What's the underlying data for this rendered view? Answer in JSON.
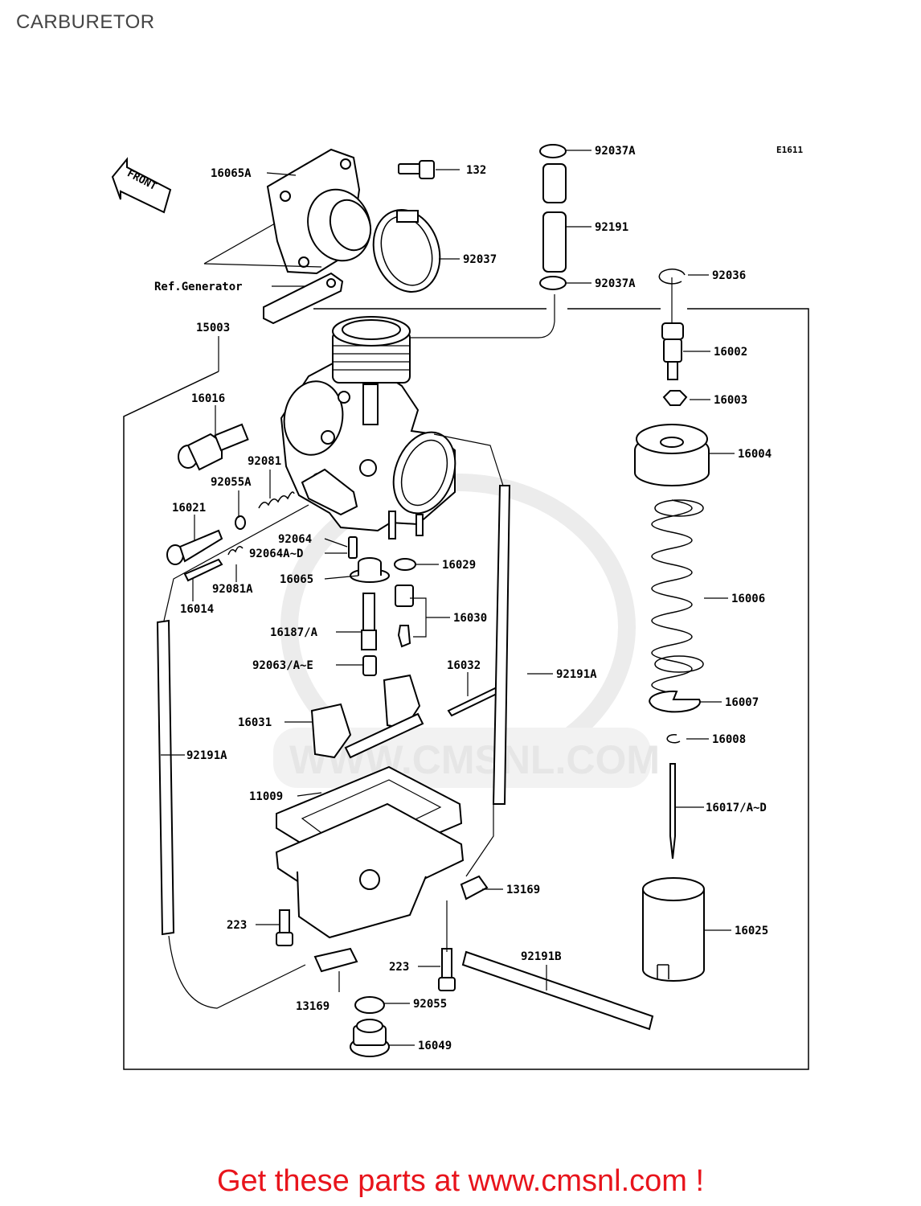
{
  "page": {
    "title": "CARBURETOR",
    "footer": "Get these parts at www.cmsnl.com !"
  },
  "diagram": {
    "code": "E1611",
    "front_label": "FRONT",
    "watermark": "WWW.CMSNL.COM",
    "parts": [
      {
        "id": "p1",
        "label": "16065A"
      },
      {
        "id": "p2",
        "label": "132"
      },
      {
        "id": "p3",
        "label": "92037A"
      },
      {
        "id": "p4",
        "label": "92191"
      },
      {
        "id": "p5",
        "label": "92037"
      },
      {
        "id": "p6",
        "label": "Ref.Generator"
      },
      {
        "id": "p7",
        "label": "92037A"
      },
      {
        "id": "p8",
        "label": "92036"
      },
      {
        "id": "p9",
        "label": "15003"
      },
      {
        "id": "p10",
        "label": "16002"
      },
      {
        "id": "p11",
        "label": "16016"
      },
      {
        "id": "p12",
        "label": "16003"
      },
      {
        "id": "p13",
        "label": "16004"
      },
      {
        "id": "p14",
        "label": "92081"
      },
      {
        "id": "p15",
        "label": "92055A"
      },
      {
        "id": "p16",
        "label": "16021"
      },
      {
        "id": "p17",
        "label": "92064"
      },
      {
        "id": "p18",
        "label": "92064A~D"
      },
      {
        "id": "p19",
        "label": "16029"
      },
      {
        "id": "p20",
        "label": "16065"
      },
      {
        "id": "p21",
        "label": "92081A"
      },
      {
        "id": "p22",
        "label": "16006"
      },
      {
        "id": "p23",
        "label": "16014"
      },
      {
        "id": "p24",
        "label": "16030"
      },
      {
        "id": "p25",
        "label": "16187/A"
      },
      {
        "id": "p26",
        "label": "92063/A~E"
      },
      {
        "id": "p27",
        "label": "16032"
      },
      {
        "id": "p28",
        "label": "92191A"
      },
      {
        "id": "p29",
        "label": "16007"
      },
      {
        "id": "p30",
        "label": "16031"
      },
      {
        "id": "p31",
        "label": "16008"
      },
      {
        "id": "p32",
        "label": "92191A"
      },
      {
        "id": "p33",
        "label": "11009"
      },
      {
        "id": "p34",
        "label": "16017/A~D"
      },
      {
        "id": "p35",
        "label": "13169"
      },
      {
        "id": "p36",
        "label": "223"
      },
      {
        "id": "p37",
        "label": "16025"
      },
      {
        "id": "p38",
        "label": "92191B"
      },
      {
        "id": "p39",
        "label": "223"
      },
      {
        "id": "p40",
        "label": "13169"
      },
      {
        "id": "p41",
        "label": "92055"
      },
      {
        "id": "p42",
        "label": "16049"
      }
    ]
  }
}
